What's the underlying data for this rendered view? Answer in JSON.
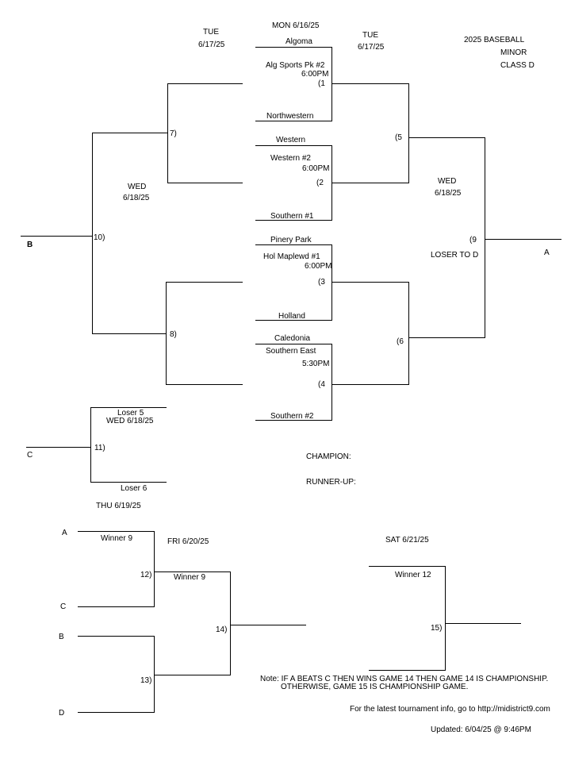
{
  "header": {
    "mon_date": "MON    6/16/25",
    "tue_left": "TUE",
    "tue_left_date": "6/17/25",
    "tue_right": "TUE",
    "tue_right_date": "6/17/25",
    "title_line1": "2025 BASEBALL",
    "title_line2": "MINOR",
    "title_line3": "CLASS D"
  },
  "round1": [
    {
      "game": "(1",
      "top_team": "Algoma",
      "site": "Alg Sports Pk #2",
      "time": "6:00PM",
      "bottom_team": "Northwestern"
    },
    {
      "game": "(2",
      "top_team": "Western",
      "site": "Western #2",
      "time": "6:00PM",
      "bottom_team": "Southern #1"
    },
    {
      "game": "(3",
      "top_team": "Pinery Park",
      "site": "Hol Maplewd #1",
      "time": "6:00PM",
      "bottom_team": "Holland"
    },
    {
      "game": "(4",
      "top_team": "Caledonia",
      "site": "Southern East",
      "time": "5:30PM",
      "bottom_team": "Southern #2"
    }
  ],
  "games": {
    "g5": "(5",
    "g6": "(6",
    "g7": "7)",
    "g8": "8)",
    "g9": "(9",
    "g9_note": "LOSER TO D",
    "g10": "10)",
    "g11": "11)",
    "g12": "12)",
    "g13": "13)",
    "g14": "14)",
    "g15": "15)"
  },
  "day_labels": {
    "wed_left": "WED",
    "wed_left_date": "6/18/25",
    "wed_right": "WED",
    "wed_right_date": "6/18/25",
    "wed_g11": "WED   6/18/25",
    "thu": "THU    6/19/25",
    "fri": "FRI      6/20/25",
    "sat": "SAT       6/21/25"
  },
  "slots": {
    "b_left": "B",
    "a_right": "A",
    "c_left": "C",
    "loser5": "Loser 5",
    "loser6": "Loser 6",
    "g12_top_letter": "A",
    "g12_top_label": "Winner 9",
    "g12_bottom_letter": "C",
    "g13_top_letter": "B",
    "g13_bottom_letter": "D",
    "g14_top_label": "Winner 9",
    "g15_top_label": "Winner 12"
  },
  "results": {
    "champion": "CHAMPION:",
    "runner_up": "RUNNER-UP:"
  },
  "footer": {
    "note_line1": "Note: IF A BEATS C THEN WINS GAME 14 THEN GAME 14 IS CHAMPIONSHIP.",
    "note_line2": "OTHERWISE, GAME 15 IS CHAMPIONSHIP GAME.",
    "info": "For the latest tournament info, go to   http://midistrict9.com",
    "updated": "Updated:  6/04/25 @  9:46PM"
  }
}
